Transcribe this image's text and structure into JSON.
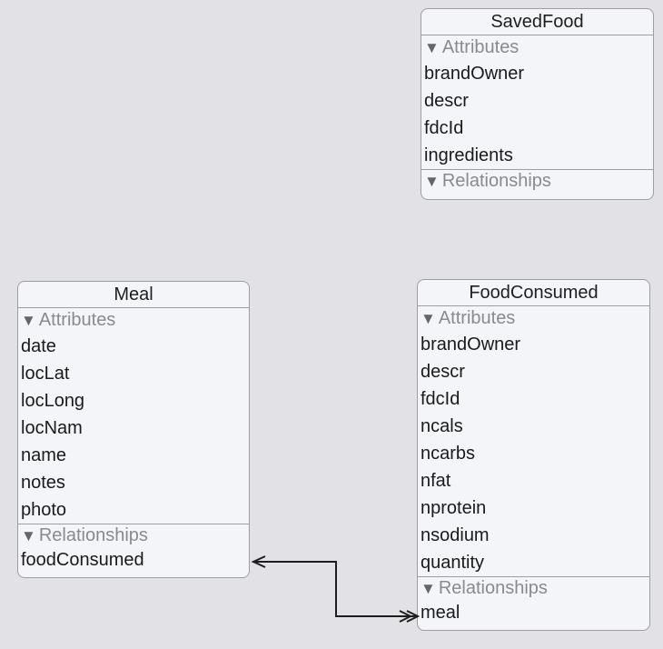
{
  "entities": {
    "saved_food": {
      "name": "SavedFood",
      "attributes_label": "Attributes",
      "attributes": [
        "brandOwner",
        "descr",
        "fdcId",
        "ingredients"
      ],
      "relationships_label": "Relationships",
      "relationships": []
    },
    "meal": {
      "name": "Meal",
      "attributes_label": "Attributes",
      "attributes": [
        "date",
        "locLat",
        "locLong",
        "locNam",
        "name",
        "notes",
        "photo"
      ],
      "relationships_label": "Relationships",
      "relationships": [
        "foodConsumed"
      ]
    },
    "food_consumed": {
      "name": "FoodConsumed",
      "attributes_label": "Attributes",
      "attributes": [
        "brandOwner",
        "descr",
        "fdcId",
        "ncals",
        "ncarbs",
        "nfat",
        "nprotein",
        "nsodium",
        "quantity"
      ],
      "relationships_label": "Relationships",
      "relationships": [
        "meal"
      ]
    }
  },
  "colors": {
    "canvas": "#e2e2e6",
    "entity_fill": "#f4f5f8",
    "border": "#9d9da3",
    "section_header_text": "#8a8a8e",
    "connector": "#1e1e1e"
  },
  "icons": {
    "section_toggle": "disclosure-triangle-down-icon"
  }
}
